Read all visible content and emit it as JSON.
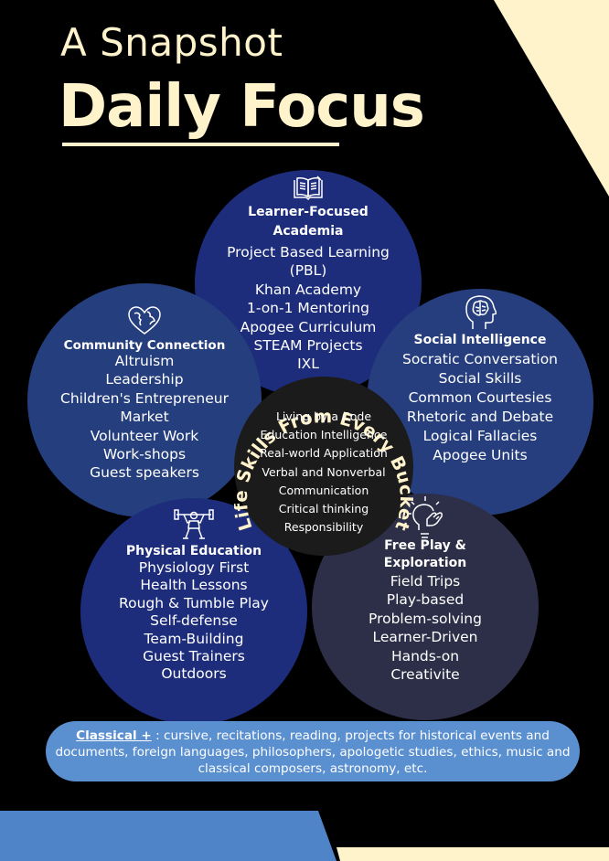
{
  "header": {
    "title_small": "A Snapshot",
    "title_big": "Daily Focus"
  },
  "colors": {
    "background": "#000000",
    "cream": "#fff3cc",
    "accent_blue": "#4f84c8",
    "navy": "#1d2d7c"
  },
  "center": {
    "arc_text": "Life Skills From Every Bucket",
    "items": [
      "Living by a Code",
      "Education Intelligence",
      "Real-world Application",
      "Verbal and Nonverbal",
      "Communication",
      "Critical thinking",
      "Responsibility"
    ]
  },
  "academia": {
    "icon": "book-icon",
    "title_line1": "Learner-Focused",
    "title_line2": "Academia",
    "items": [
      "Project Based Learning",
      "(PBL)",
      "Khan Academy",
      "1-on-1 Mentoring",
      "Apogee Curriculum",
      "STEAM Projects",
      "IXL"
    ]
  },
  "community": {
    "icon": "heart-globe-icon",
    "title": "Community Connection",
    "items": [
      "Altruism",
      "Leadership",
      "Children's Entrepreneur",
      "Market",
      "Volunteer Work",
      "Work-shops",
      "Guest speakers"
    ]
  },
  "social": {
    "icon": "brain-head-icon",
    "title": "Social Intelligence",
    "items": [
      "Socratic Conversation",
      "Social Skills",
      "Common Courtesies",
      "Rhetoric and Debate",
      "Logical Fallacies",
      "Apogee Units"
    ]
  },
  "physical": {
    "icon": "weightlifter-icon",
    "title": "Physical Education",
    "items": [
      "Physiology First",
      "Health Lessons",
      "Rough & Tumble Play",
      "Self-defense",
      "Team-Building",
      "Guest Trainers",
      "Outdoors"
    ]
  },
  "freeplay": {
    "icon": "lightbulb-hand-icon",
    "title_line1": "Free Play &",
    "title_line2": "Exploration",
    "items": [
      "Field Trips",
      "Play-based",
      "Problem-solving",
      "Learner-Driven",
      "Hands-on",
      "Creativite"
    ]
  },
  "classical": {
    "label": "Classical +",
    "text": " : cursive, recitations, reading, projects for historical events and documents, foreign languages, philosophers, apologetic studies, ethics, music and classical composers, astronomy, etc."
  }
}
